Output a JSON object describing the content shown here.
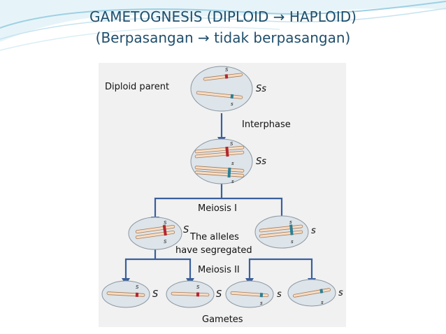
{
  "slide": {
    "title_line1": "GAMETOGNESIS (DIPLOID → HAPLOID)",
    "title_line2": "(Berpasangan → tidak berpasangan)"
  },
  "diagram": {
    "labels": {
      "diploid_parent": "Diploid parent",
      "interphase": "Interphase",
      "meiosis1": "Meiosis I",
      "alleles_line1": "The alleles",
      "alleles_line2": "have segregated",
      "meiosis2": "Meiosis II",
      "gametes": "Gametes"
    },
    "genotypes": {
      "parent": "Ss",
      "interphase": "Ss",
      "meiosis1_left": "S",
      "meiosis1_right": "s",
      "gamete1": "S",
      "gamete2": "S",
      "gamete3": "s",
      "gamete4": "s"
    },
    "alleles": {
      "dominant": "S",
      "recessive": "s"
    },
    "colors": {
      "background": "#f1f1f1",
      "cell_fill": "#dde4ea",
      "cell_stroke": "#8a96a0",
      "chromosome_fill": "#f6dcc3",
      "chromosome_stroke": "#a87a54",
      "dominant_band": "#b3262e",
      "recessive_band": "#2d7f95",
      "arrow": "#3a5f9c",
      "title": "#1f4e6b"
    }
  }
}
